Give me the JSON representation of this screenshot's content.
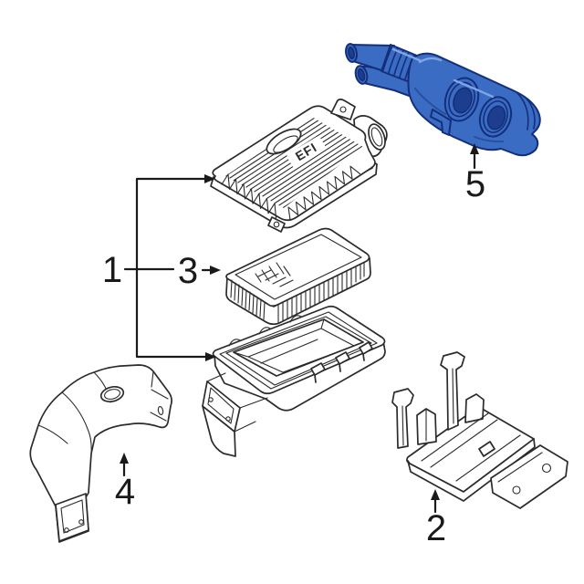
{
  "diagram": {
    "type": "exploded-parts-diagram",
    "background_color": "#ffffff",
    "line_color": "#2b2b2b",
    "highlight_part": {
      "fill": "#3b6cc4",
      "outline": "#142f7a",
      "opening_shadow": "#1d3e8e",
      "highlight_line": "#7fa5e2"
    },
    "embossed_text": "EFI",
    "callouts": {
      "c1": {
        "label": "1"
      },
      "c2": {
        "label": "2"
      },
      "c3": {
        "label": "3"
      },
      "c4": {
        "label": "4"
      },
      "c5": {
        "label": "5"
      }
    }
  }
}
